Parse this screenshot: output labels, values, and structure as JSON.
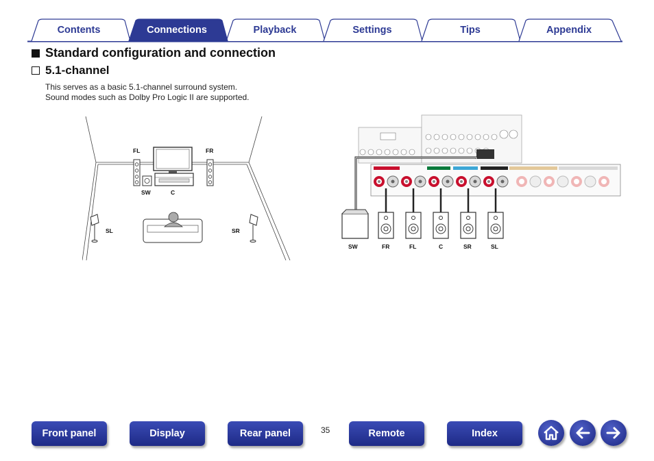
{
  "tabs": [
    {
      "label": "Contents",
      "active": false
    },
    {
      "label": "Connections",
      "active": true
    },
    {
      "label": "Playback",
      "active": false
    },
    {
      "label": "Settings",
      "active": false
    },
    {
      "label": "Tips",
      "active": false
    },
    {
      "label": "Appendix",
      "active": false
    }
  ],
  "section": {
    "title": "Standard configuration and connection",
    "subtitle": "5.1-channel",
    "description_lines": [
      "This serves as a basic 5.1-channel surround system.",
      "Sound modes such as Dolby Pro Logic II are supported."
    ]
  },
  "room_diagram": {
    "labels": {
      "fl": "FL",
      "fr": "FR",
      "sw": "SW",
      "c": "C",
      "sl": "SL",
      "sr": "SR"
    }
  },
  "connection_diagram": {
    "speaker_labels": [
      "SW",
      "FR",
      "FL",
      "C",
      "SR",
      "SL"
    ]
  },
  "footer": {
    "buttons": [
      "Front panel",
      "Display",
      "Rear panel",
      "Remote",
      "Index"
    ],
    "page_number": "35",
    "nav_icons": [
      "home-icon",
      "back-arrow-icon",
      "forward-arrow-icon"
    ]
  },
  "colors": {
    "brand": "#2d3a94",
    "button": "#1e2a86"
  }
}
